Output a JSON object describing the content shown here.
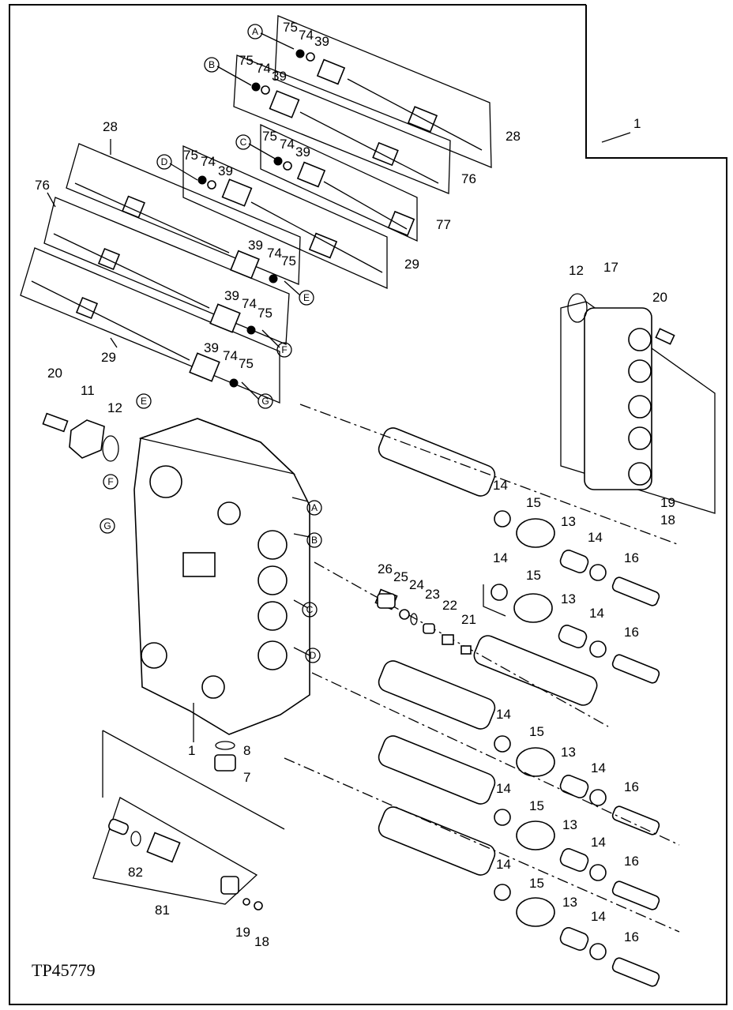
{
  "figure_code": "TP45779",
  "letters": [
    "A",
    "B",
    "C",
    "D",
    "E",
    "F",
    "G"
  ],
  "labels": {
    "n1": "1",
    "n7": "7",
    "n8": "8",
    "n11": "11",
    "n12": "12",
    "n13": "13",
    "n14": "14",
    "n15": "15",
    "n16": "16",
    "n17": "17",
    "n18": "18",
    "n19": "19",
    "n20": "20",
    "n21": "21",
    "n22": "22",
    "n23": "23",
    "n24": "24",
    "n25": "25",
    "n26": "26",
    "n28": "28",
    "n29": "29",
    "n39": "39",
    "n74": "74",
    "n75": "75",
    "n76": "76",
    "n77": "77",
    "n81": "81",
    "n82": "82"
  }
}
